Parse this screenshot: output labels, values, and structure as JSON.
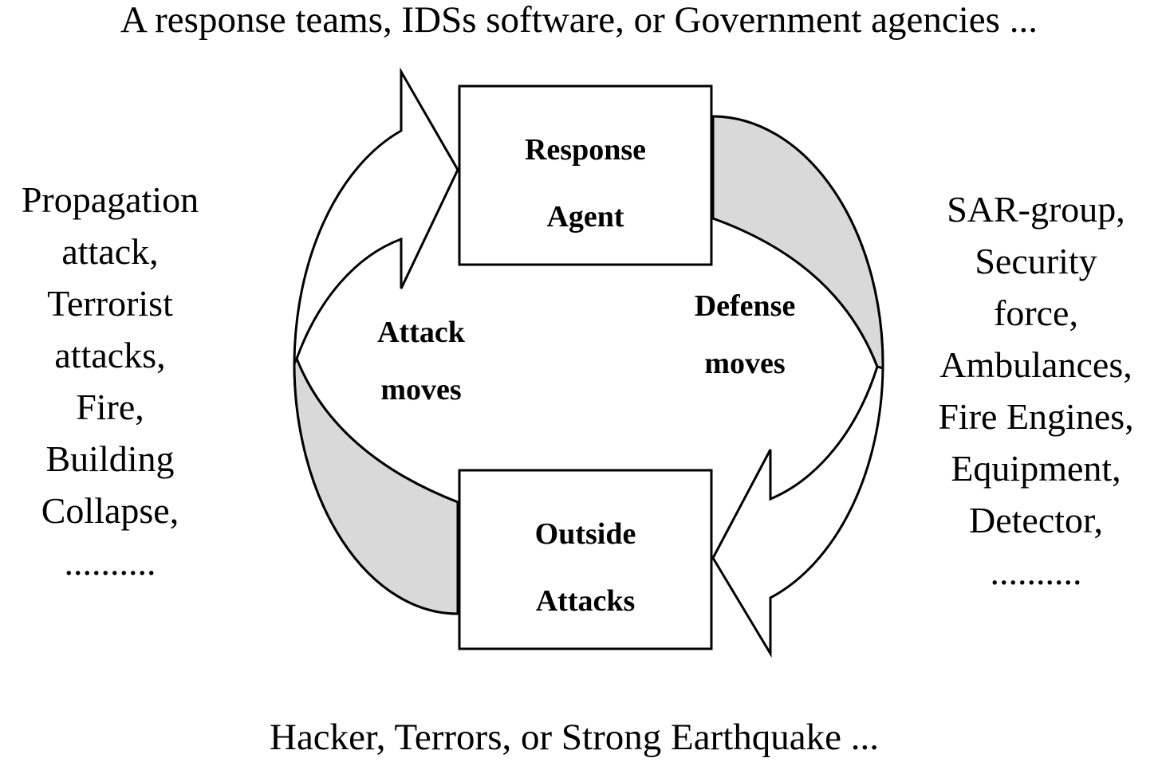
{
  "top_caption": "A response teams, IDSs software, or Government agencies ...",
  "bottom_caption": "Hacker, Terrors, or Strong Earthquake ...",
  "left_list": [
    "Propagation",
    "attack,",
    "Terrorist",
    "attacks,",
    "Fire,",
    "Building",
    "Collapse,",
    ".........."
  ],
  "right_list": [
    "SAR-group,",
    "Security",
    "force,",
    "Ambulances,",
    "Fire Engines,",
    "Equipment,",
    "Detector,",
    ".........."
  ],
  "response_box": [
    "Response",
    "Agent"
  ],
  "outside_box": [
    "Outside",
    "Attacks"
  ],
  "attack_moves": [
    "Attack",
    "moves"
  ],
  "defense_moves": [
    "Defense",
    "moves"
  ],
  "colors": {
    "stroke": "#000000",
    "band_fill": "#d9d9d9",
    "box_fill": "#ffffff"
  }
}
